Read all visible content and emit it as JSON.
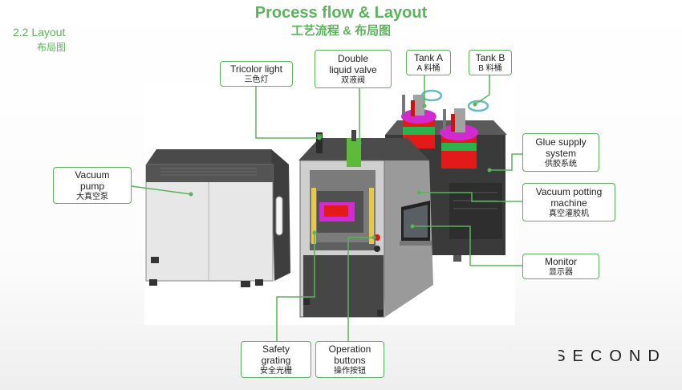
{
  "header": {
    "title": "Process flow & Layout",
    "title_cn": "工艺流程 & 布局图",
    "section_number": "2.2 Layout",
    "section_cn": "布局图"
  },
  "brand": {
    "logo_text": "SECOND",
    "accent_color": "#5bb35b"
  },
  "callouts": {
    "vacuum_pump": {
      "en": "Vacuum\npump",
      "cn": "大真空泵"
    },
    "tricolor_light": {
      "en": "Tricolor light",
      "cn": "三色灯"
    },
    "double_liquid_valve": {
      "en": "Double\nliquid valve",
      "cn": "双液阀"
    },
    "tank_a": {
      "en": "Tank A",
      "cn": "A 料桶"
    },
    "tank_b": {
      "en": "Tank B",
      "cn": "B 料桶"
    },
    "glue_supply_system": {
      "en": "Glue supply\nsystem",
      "cn": "供胶系统"
    },
    "vacuum_potting_machine": {
      "en": "Vacuum potting\nmachine",
      "cn": "真空灌胶机"
    },
    "monitor": {
      "en": "Monitor",
      "cn": "显示器"
    },
    "safety_grating": {
      "en": "Safety\ngrating",
      "cn": "安全光栅"
    },
    "operation_buttons": {
      "en": "Operation\nbuttons",
      "cn": "操作按钮"
    }
  }
}
